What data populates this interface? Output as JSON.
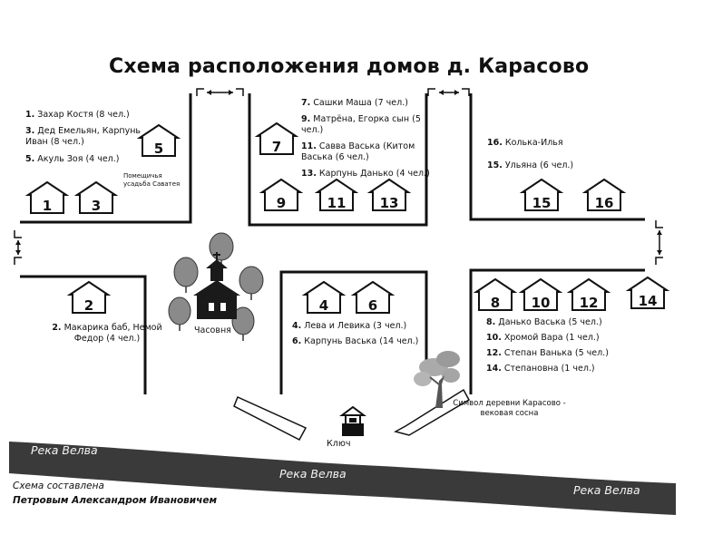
{
  "title": "Схема расположения домов д. Карасово",
  "houses": [
    {
      "num": "1"
    },
    {
      "num": "3"
    },
    {
      "num": "5"
    },
    {
      "num": "7"
    },
    {
      "num": "9"
    },
    {
      "num": "11"
    },
    {
      "num": "13"
    },
    {
      "num": "15"
    },
    {
      "num": "16"
    },
    {
      "num": "2"
    },
    {
      "num": "4"
    },
    {
      "num": "6"
    },
    {
      "num": "8"
    },
    {
      "num": "10"
    },
    {
      "num": "12"
    },
    {
      "num": "14"
    }
  ],
  "lists": {
    "topleft": [
      {
        "num": "1.",
        "text": "Захар Костя (8 чел.)"
      },
      {
        "num": "3.",
        "text": "Дед Емельян, Карпунь Иван (8 чел.)"
      },
      {
        "num": "5.",
        "text": "Акуль Зоя (4 чел.)"
      }
    ],
    "estate_note": "Помещичья усадьба Саватея",
    "topmid": [
      {
        "num": "7.",
        "text": "Сашки Маша (7 чел.)"
      },
      {
        "num": "9.",
        "text": "Матрёна, Егорка сын (5 чел.)"
      },
      {
        "num": "11.",
        "text": "Савва Васька (Китом Васька (6 чел.)"
      },
      {
        "num": "13.",
        "text": "Карпунь Данько (4 чел.)"
      }
    ],
    "topright": [
      {
        "num": "16.",
        "text": "Колька-Илья"
      },
      {
        "num": "15.",
        "text": "Ульяна (6 чел.)"
      }
    ],
    "bottomleft": [
      {
        "num": "2.",
        "text": "Макарика баб, Немой Федор (4 чел.)"
      }
    ],
    "bottommid": [
      {
        "num": "4.",
        "text": "Лева и Левика (3 чел.)"
      },
      {
        "num": "6.",
        "text": "Карпунь Васька (14 чел.)"
      }
    ],
    "bottomright": [
      {
        "num": "8.",
        "text": "Данько Васька (5 чел.)"
      },
      {
        "num": "10.",
        "text": "Хромой Вара (1 чел.)"
      },
      {
        "num": "12.",
        "text": "Степан Ванька (5 чел.)"
      },
      {
        "num": "14.",
        "text": "Степановна (1 чел.)"
      }
    ]
  },
  "landmarks": {
    "chapel": "Часовня",
    "spring": "Ключ",
    "pine": "Символ деревни Карасово - вековая сосна"
  },
  "river": {
    "labels": [
      "Река Велва",
      "Река Велва",
      "Река Велва"
    ]
  },
  "credit": {
    "line1": "Схема составлена",
    "line2": "Петровым Александром Ивановичем"
  }
}
